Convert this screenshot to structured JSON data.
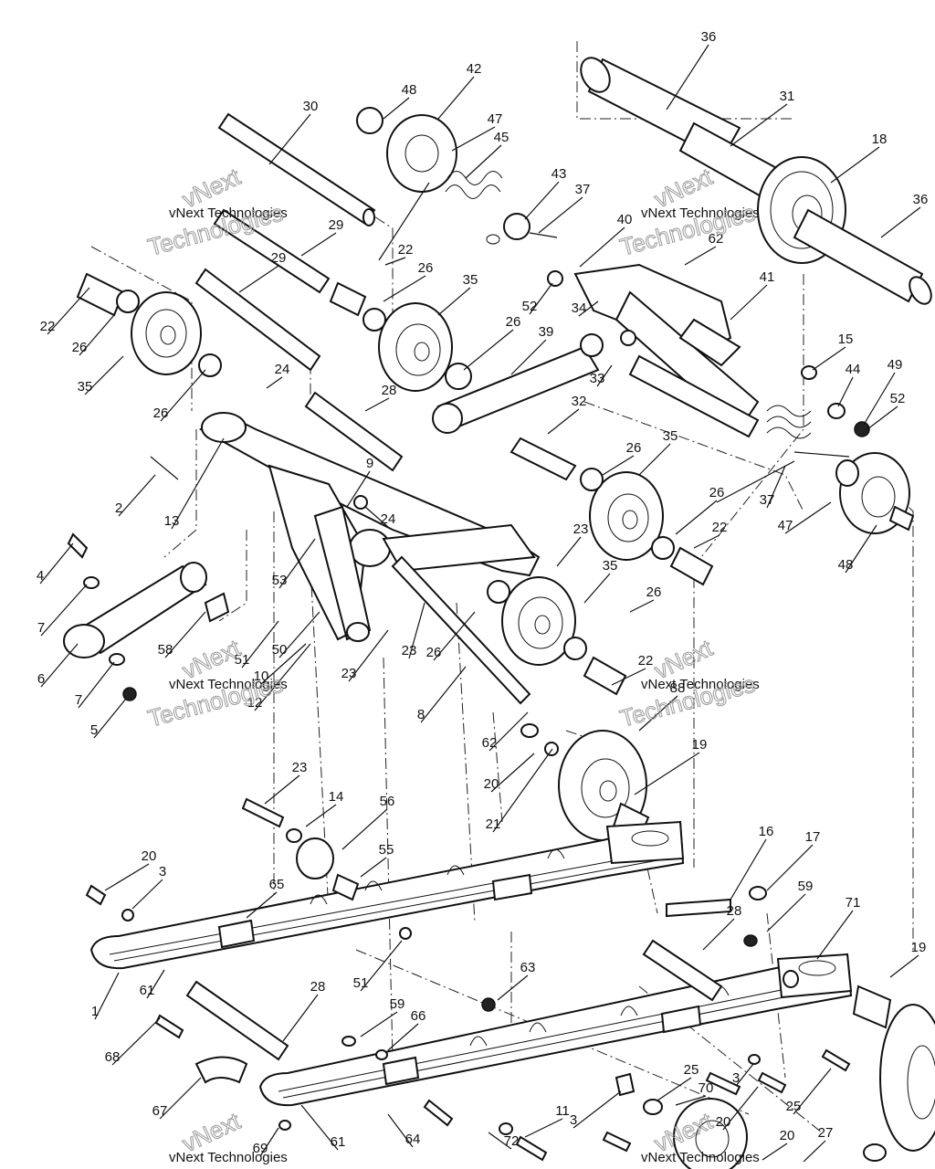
{
  "callouts": [
    "36",
    "31",
    "18",
    "36",
    "30",
    "48",
    "42",
    "47",
    "45",
    "43",
    "37",
    "22",
    "29",
    "29",
    "26",
    "22",
    "26",
    "35",
    "35",
    "26",
    "26",
    "24",
    "28",
    "40",
    "62",
    "41",
    "52",
    "34",
    "39",
    "33",
    "15",
    "44",
    "49",
    "52",
    "32",
    "9",
    "13",
    "2",
    "24",
    "26",
    "35",
    "23",
    "4",
    "7",
    "53",
    "58",
    "51",
    "6",
    "7",
    "5",
    "10",
    "50",
    "23",
    "12",
    "23",
    "26",
    "26",
    "35",
    "22",
    "8",
    "62",
    "20",
    "21",
    "19",
    "88",
    "37",
    "47",
    "48",
    "26",
    "22",
    "23",
    "14",
    "56",
    "55",
    "20",
    "3",
    "65",
    "61",
    "1",
    "51",
    "16",
    "17",
    "28",
    "59",
    "71",
    "19",
    "63",
    "28",
    "68",
    "59",
    "66",
    "67",
    "69",
    "61",
    "64",
    "3",
    "20",
    "25",
    "70",
    "3",
    "11",
    "20",
    "27",
    "25",
    "72",
    "20"
  ],
  "watermark": {
    "company": "vNext Technologies",
    "line1": "vNext",
    "line2": "Technologies"
  }
}
